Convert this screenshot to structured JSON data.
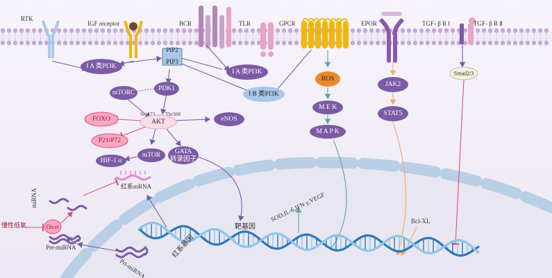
{
  "membrane_labels": {
    "rtk": "RTK",
    "igf": "IGF receptor",
    "bcr": "BCR",
    "tlr": "TLR",
    "gpcr": "GPCR",
    "epor": "EPOR",
    "tgfb1": "TGF- β R Ⅰ",
    "tgfb2": "TGF- β R Ⅱ"
  },
  "nodes": {
    "pi3k_ia_left": "Ⅰ A 类PI3K",
    "pip2": "PIP2",
    "pip3": "PIP3",
    "pi3k_ia_right": "Ⅰ A 类PI3K",
    "pi3k_ib": "Ⅰ B 类PI3K",
    "mtorc": "mTORC",
    "pdk1": "PDK1",
    "ser473": "Ser473",
    "thr308": "Thr308",
    "akt": "AKT",
    "foxo": "FOXO",
    "enos": "eNOS",
    "p21": "P21/P72",
    "mtor": "mTOR",
    "gata": "GATA\n转录因子",
    "hif": "HIF-1 α",
    "ros": "ROS",
    "mek": "M E K",
    "mapk": "M A P K",
    "jak2": "JAK2",
    "stat5": "STAT5",
    "smad": "Smad2/3"
  },
  "nuclear_labels": {
    "mirna": "miRNA",
    "hongxi_mrna": "红系mRNA",
    "hypoxia": "慢性低氧",
    "dicer": "Dicer",
    "pre_mirna": "Pre-miRNA",
    "pri_mirna": "Pri-miRNA",
    "hongxi_gene": "红系基因",
    "target_gene": "靶基因",
    "cytokines": "SOD,IL-6,IFN γ,VEGF",
    "bclxl": "Bcl-XL"
  },
  "colors": {
    "membrane_head": "#c5a8d8",
    "nucleus_dash": "#b9cfe6",
    "purple_node": "#7b5aa6",
    "light_purple": "#b79ad3",
    "blue_node": "#a9c8e8",
    "pink_node": "#f6a8c0",
    "pink_stroke": "#e54a7e",
    "ros": "#e9892e",
    "gpcr": "#f2b705",
    "epor": "#8a5aa5",
    "tlr": "#e9a3c4",
    "bcr": "#b486b4",
    "dna_a": "#2b78b8",
    "dna_b": "#8fc4e8",
    "mrna": "#e887d7",
    "green_arrow": "#5aa897",
    "orange_arrow": "#f2a86b"
  }
}
